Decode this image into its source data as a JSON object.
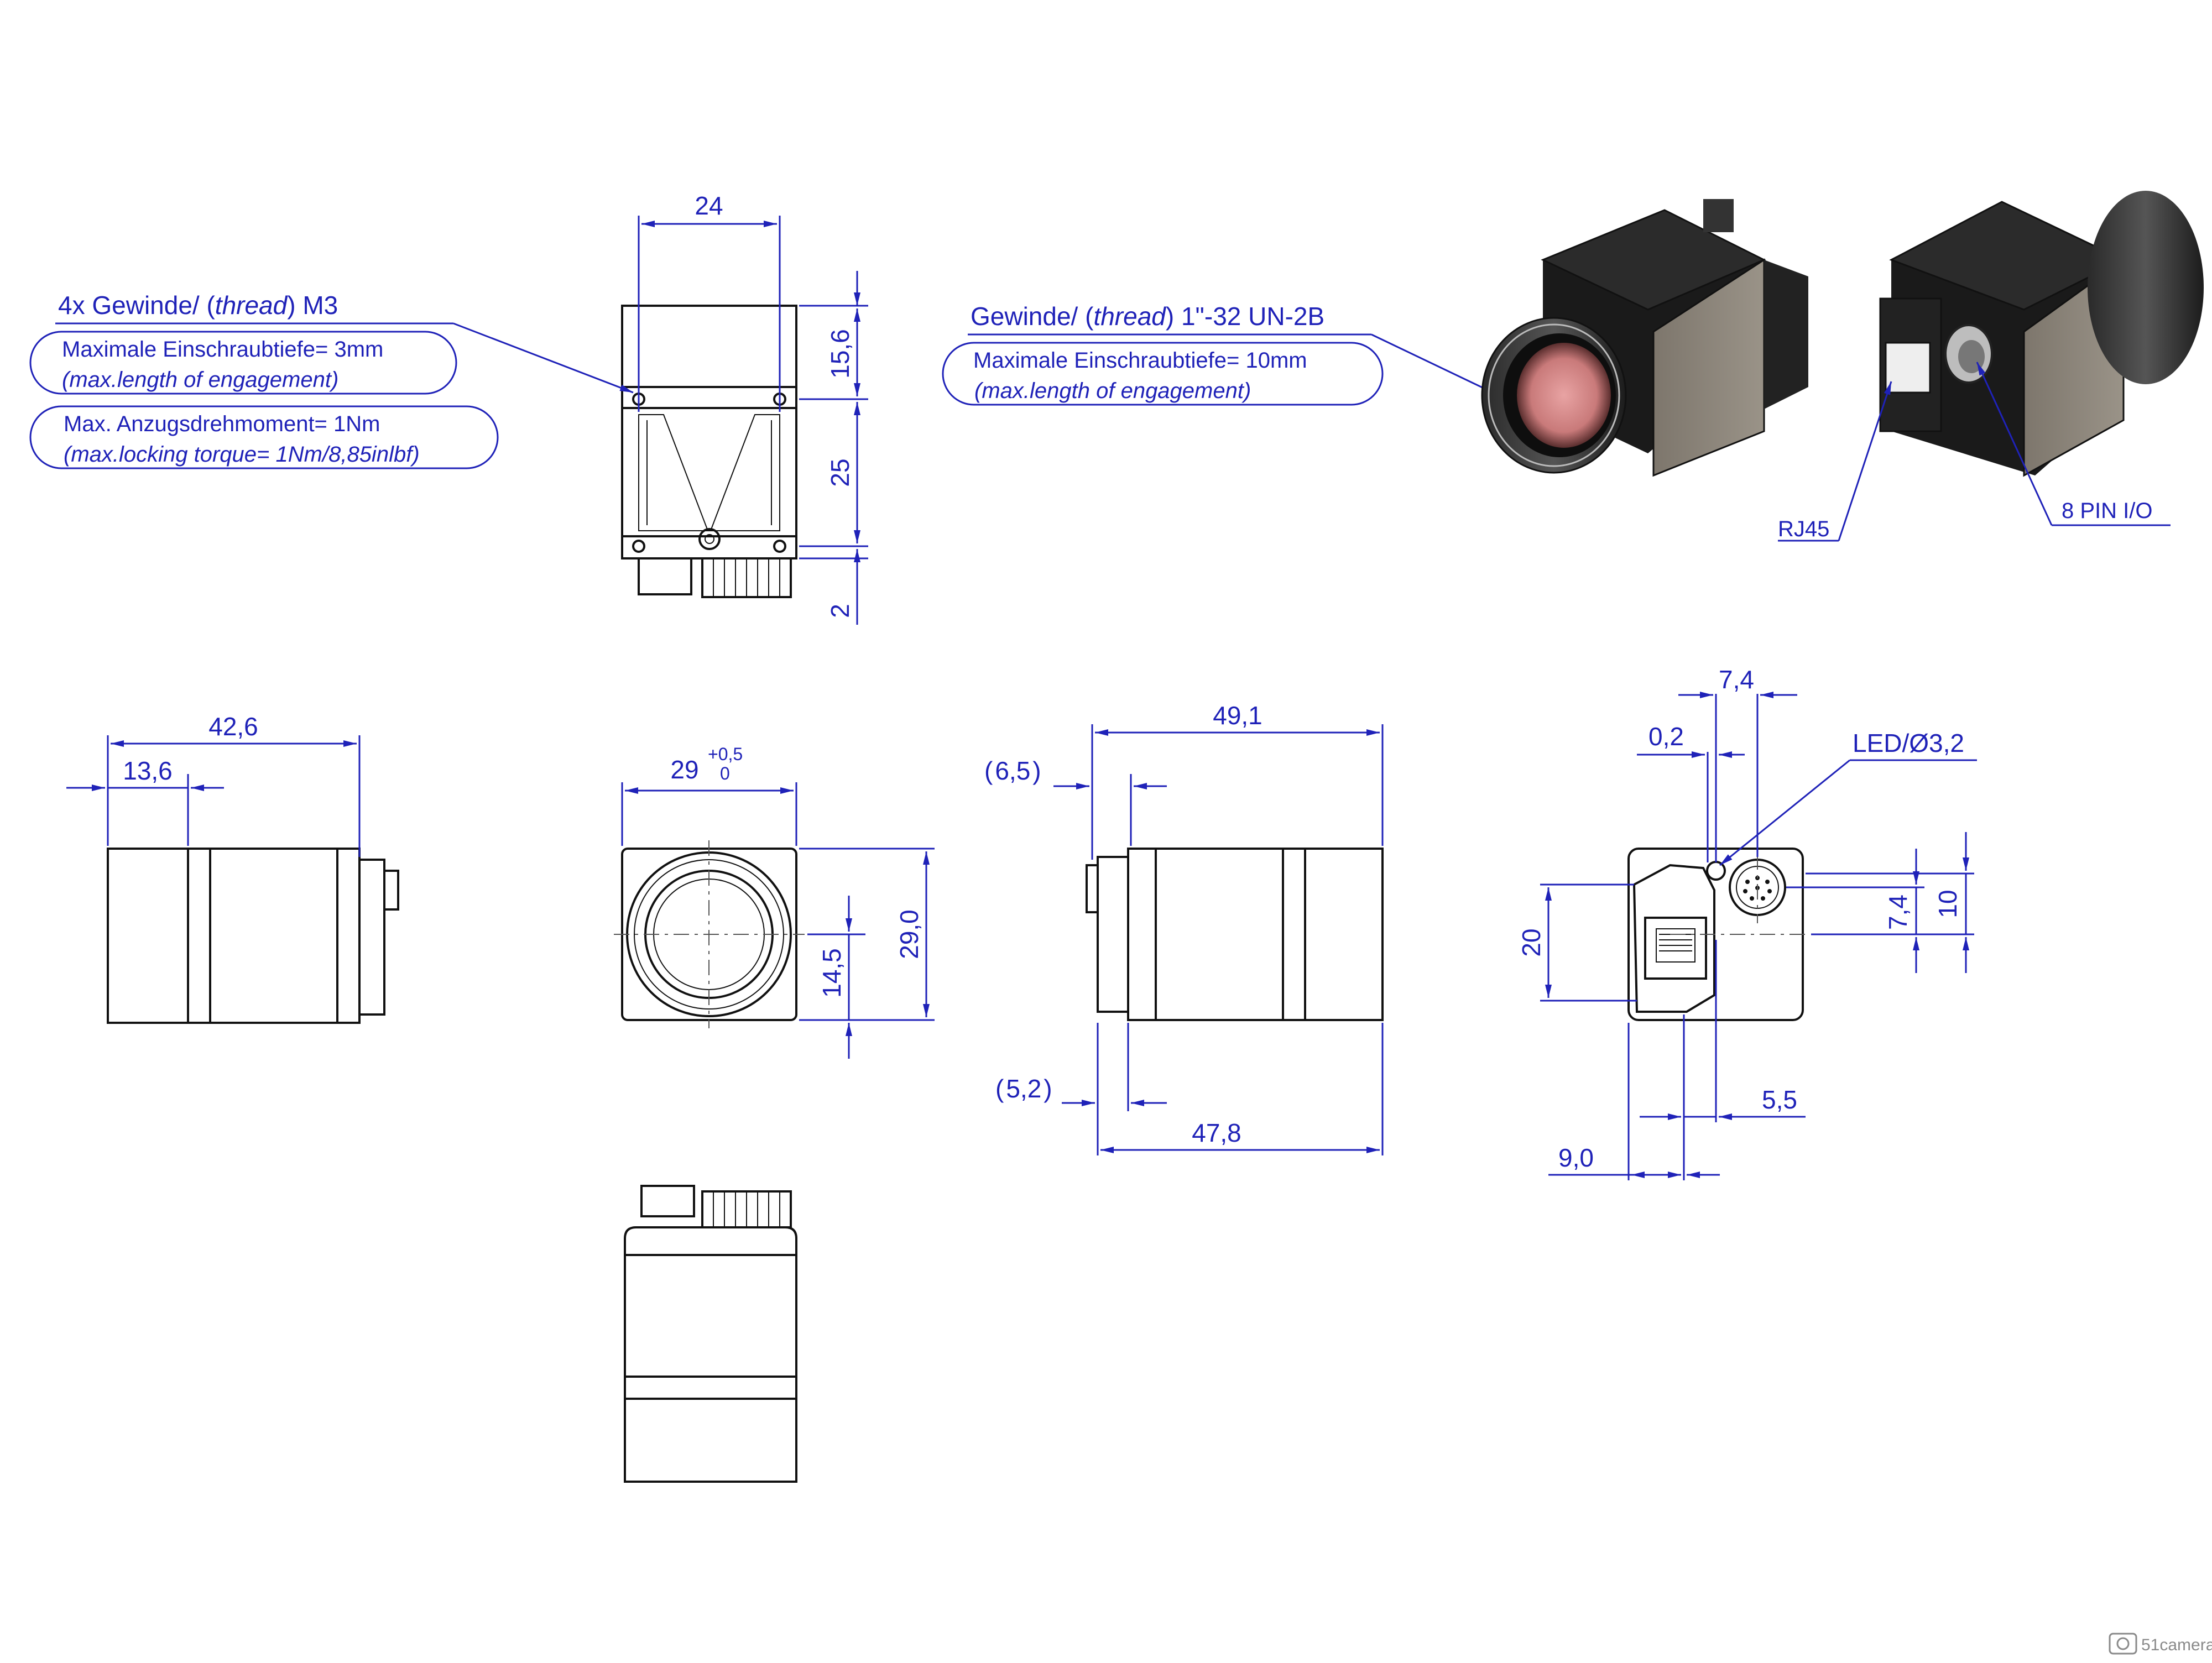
{
  "colors": {
    "dimension": "#1f22b8",
    "outline": "#111111",
    "body_face": "#8a8378",
    "lens_filter": "#e8a3a3"
  },
  "top_view": {
    "dim_width": "24",
    "dim_h1": "15,6",
    "dim_h2": "25",
    "dim_h3": "2"
  },
  "callout_m3": {
    "title_prefix": "4x Gewinde/ (",
    "title_italic": "thread",
    "title_suffix": ") M3",
    "depth_line": "Maximale Einschraubtiefe= 3mm",
    "depth_line_en": "(max.length of engagement)",
    "torque_line": "Max. Anzugsdrehmoment= 1Nm",
    "torque_line_en": "(max.locking torque= 1Nm/8,85inlbf)"
  },
  "callout_lens": {
    "title_prefix": "Gewinde/ (",
    "title_italic": "thread",
    "title_suffix": ") 1\"-32 UN-2B",
    "depth_line": "Maximale Einschraubtiefe= 10mm",
    "depth_line_en": "(max.length of engagement)"
  },
  "iso_labels": {
    "rj45": "RJ45",
    "io": "8 PIN I/O"
  },
  "side_view": {
    "dim_total": "42,6",
    "dim_front": "13,6"
  },
  "front_view": {
    "dim_width": "29",
    "tol_upper": "+0,5",
    "tol_lower": "0",
    "dim_height": "29,0",
    "dim_center": "14,5"
  },
  "long_view": {
    "dim_top": "49,1",
    "dim_top_offset": "6,5",
    "dim_bottom_offset": "5,2",
    "dim_bottom": "47,8"
  },
  "rear_view": {
    "dim_74_top": "7,4",
    "dim_02": "0,2",
    "led_label": "LED/Ø3,2",
    "dim_20": "20",
    "dim_74_side": "7,4",
    "dim_10": "10",
    "dim_55": "5,5",
    "dim_90": "9,0"
  },
  "watermark": "51camera"
}
